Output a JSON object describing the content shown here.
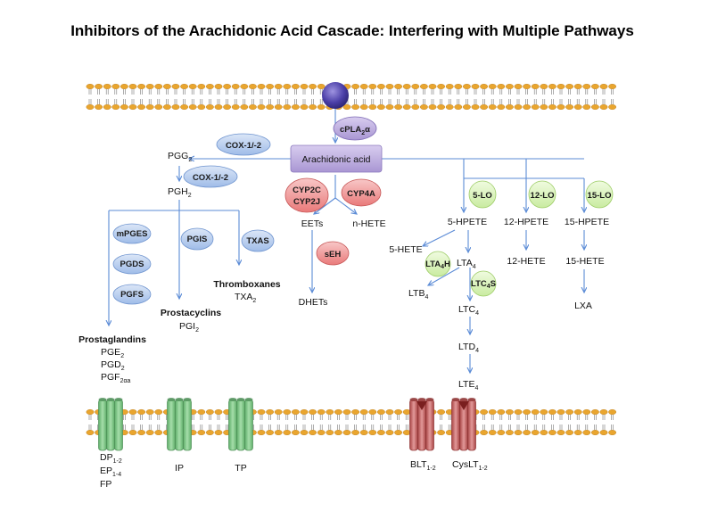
{
  "title": "Inhibitors of the Arachidonic Acid Cascade: Interfering with Multiple Pathways",
  "colors": {
    "arrow": "#5b8bd6",
    "blue_enzyme": "#b7cdef",
    "pink_enzyme": "#f29a9a",
    "green_enzyme": "#dcf3b8",
    "purple": "#b8a6d8",
    "receptor_green": "#8fcf95",
    "receptor_red": "#c96a6a",
    "membrane_head": "#e9a52e"
  },
  "enzymes": {
    "cpla2": "cPLA",
    "cpla2_sub": "2",
    "cpla2_tail": "α",
    "cox_top": "COX-1/-2",
    "cox_mid": "COX-1/-2",
    "mpges": "mPGES",
    "pgds": "PGDS",
    "pgfs": "PGFS",
    "pgis": "PGIS",
    "txas": "TXAS",
    "cyp2c": "CYP2C",
    "cyp2j": "CYP2J",
    "cyp4a": "CYP4A",
    "seh": "sEH",
    "lo5": "5-LO",
    "lo12": "12-LO",
    "lo15": "15-LO",
    "lta4h_a": "LTA",
    "lta4h_b": "4",
    "lta4h_c": "H",
    "ltc4s_a": "LTC",
    "ltc4s_b": "4",
    "ltc4s_c": "S"
  },
  "metabolites": {
    "arachidonic_acid": "Arachidonic acid",
    "pgg": "PGG",
    "pgg_sub": "2",
    "pgh": "PGH",
    "pgh_sub": "2",
    "eets": "EETs",
    "nhete": "n-HETE",
    "dhets": "DHETs",
    "hpete5": "5-HPETE",
    "hpete12": "12-HPETE",
    "hpete15": "15-HPETE",
    "hete5": "5-HETE",
    "hete12": "12-HETE",
    "hete15": "15-HETE",
    "lta": "LTA",
    "lta_sub": "4",
    "ltb": "LTB",
    "ltb_sub": "4",
    "ltc": "LTC",
    "ltc_sub": "4",
    "ltd": "LTD",
    "ltd_sub": "4",
    "lte": "LTE",
    "lte_sub": "4",
    "lxa": "LXA",
    "thromboxanes": "Thromboxanes",
    "txa": "TXA",
    "txa_sub": "2",
    "prostacyclins": "Prostacyclins",
    "pgi": "PGI",
    "pgi_sub": "2",
    "prostaglandins": "Prostaglandins",
    "pge": "PGE",
    "pge_sub": "2",
    "pgd": "PGD",
    "pgd_sub": "2",
    "pgf": "PGF",
    "pgf_sub": "2αa"
  },
  "receptors": {
    "dp": "DP",
    "dp_sub": "1-2",
    "ep": "EP",
    "ep_sub": "1-4",
    "fp": "FP",
    "ip": "IP",
    "tp": "TP",
    "blt": "BLT",
    "blt_sub": "1-2",
    "cyslt": "CysLT",
    "cyslt_sub": "1-2"
  }
}
